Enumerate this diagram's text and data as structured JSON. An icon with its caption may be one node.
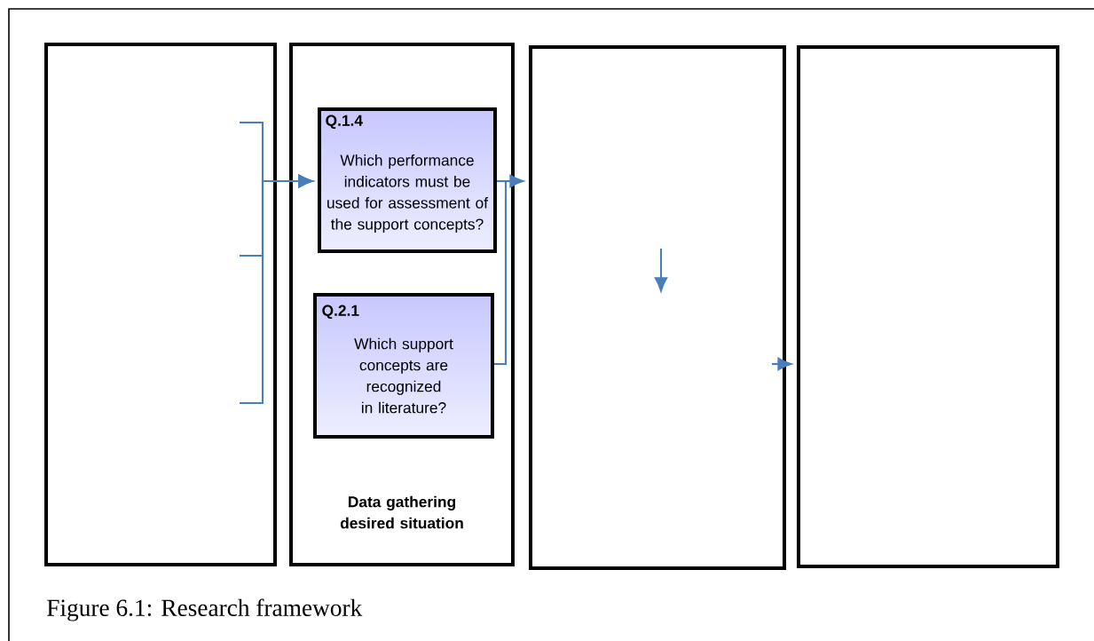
{
  "diagram": {
    "caption": "Figure 6.1: Research framework",
    "nodes": [
      {
        "text": [],
        "shape": "box"
      },
      {
        "text": [
          "Data gathering desired situation"
        ]
      },
      {
        "text": [
          "Q.1.4",
          "Which performance indicators must be used for assessment of the support concepts?"
        ],
        "in": 1
      },
      {
        "text": [
          "Q.2.1",
          "Which support concepts are recognized in literature?"
        ],
        "in": 1
      },
      {
        "text": [],
        "shape": "box"
      },
      {
        "text": [],
        "shape": "box"
      }
    ],
    "edges": [
      {
        "from": 0,
        "to": 2,
        "arrow": "to"
      },
      {
        "from": 0,
        "to": 2,
        "arrow": "to"
      },
      {
        "from": 0,
        "to": 2,
        "arrow": "to"
      },
      {
        "from": 2,
        "to": 4,
        "arrow": "to"
      },
      {
        "from": 3,
        "to": 4,
        "arrow": "to"
      },
      {
        "from": 4,
        "to": 5,
        "arrow": "to"
      }
    ]
  }
}
